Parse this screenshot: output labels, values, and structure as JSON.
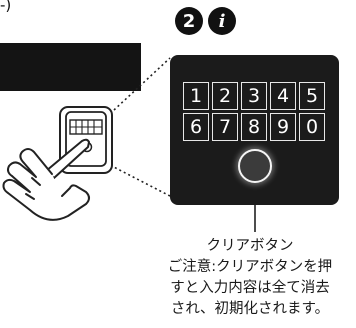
{
  "header": {
    "fragment_text": "-)",
    "step_number": "2",
    "info_symbol": "i"
  },
  "keypad": {
    "row1": [
      "1",
      "2",
      "3",
      "4",
      "5"
    ],
    "row2": [
      "6",
      "7",
      "8",
      "9",
      "0"
    ]
  },
  "caption": {
    "title": "クリアボタン",
    "line1": "ご注意:クリアボタンを押",
    "line2": "すと入力内容は全て消去",
    "line3": "され、初期化されます。"
  },
  "icons": [
    "hand-pressing-device-icon",
    "clear-button-icon",
    "info-icon"
  ]
}
